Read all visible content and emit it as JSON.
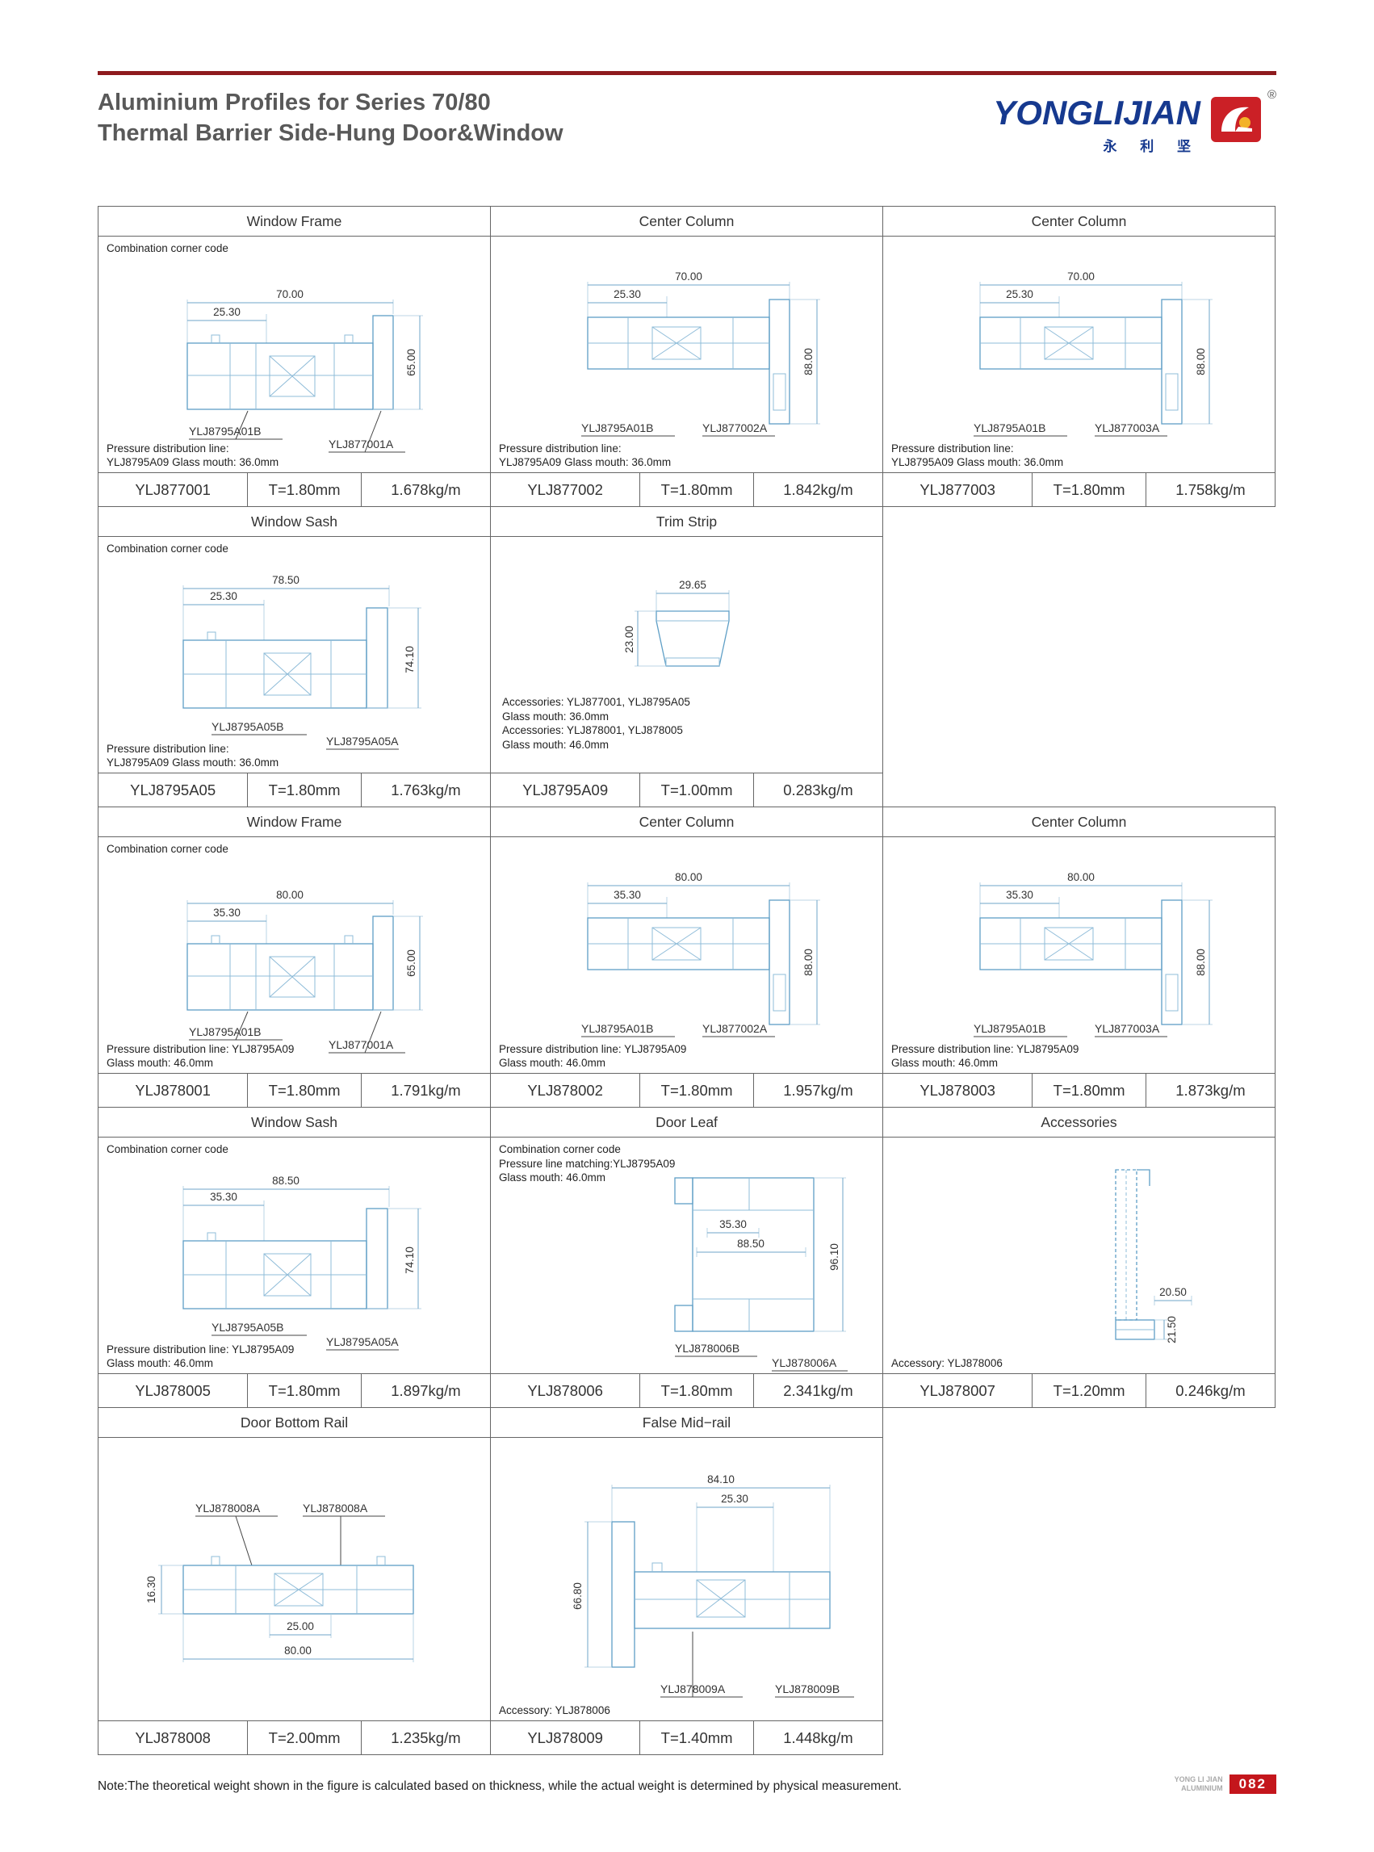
{
  "header": {
    "title_line1": "Aluminium Profiles for Series 70/80",
    "title_line2": "Thermal Barrier Side-Hung Door&Window",
    "brand": "YONGLIJIAN",
    "brand_cn": "永 利 坚",
    "reg_mark": "®"
  },
  "colors": {
    "accent_red": "#8e1b1e",
    "brand_blue": "#16398f",
    "drawing_blue": "#6fa5c8",
    "badge_red": "#c4161c"
  },
  "note": "Note:The theoretical weight shown in the figure is calculated based on thickness, while the actual weight is determined by physical measurement.",
  "page_footer": {
    "brand_line1": "YONG LI JIAN",
    "brand_line2": "ALUMINIUM",
    "page_number": "082"
  },
  "cells": {
    "c877001": {
      "title": "Window Frame",
      "corner_code": "Combination corner code",
      "dim_w": "70.00",
      "dim_inner": "25.30",
      "dim_h": "65.00",
      "part_a": "YLJ8795A01B",
      "part_b": "YLJ877001A",
      "pressure1": "Pressure distribution line:",
      "pressure2": "YLJ8795A09 Glass mouth: 36.0mm",
      "code": "YLJ877001",
      "thickness": "T=1.80mm",
      "weight": "1.678kg/m"
    },
    "c877002": {
      "title": "Center Column",
      "dim_w": "70.00",
      "dim_inner": "25.30",
      "dim_h": "88.00",
      "part_a": "YLJ8795A01B",
      "part_b": "YLJ877002A",
      "pressure1": "Pressure distribution line:",
      "pressure2": "YLJ8795A09 Glass mouth: 36.0mm",
      "code": "YLJ877002",
      "thickness": "T=1.80mm",
      "weight": "1.842kg/m"
    },
    "c877003": {
      "title": "Center Column",
      "dim_w": "70.00",
      "dim_inner": "25.30",
      "dim_h": "88.00",
      "part_a": "YLJ8795A01B",
      "part_b": "YLJ877003A",
      "pressure1": "Pressure distribution line:",
      "pressure2": "YLJ8795A09 Glass mouth: 36.0mm",
      "code": "YLJ877003",
      "thickness": "T=1.80mm",
      "weight": "1.758kg/m"
    },
    "c8795A05": {
      "title": "Window Sash",
      "corner_code": "Combination corner code",
      "dim_w": "78.50",
      "dim_inner": "25.30",
      "dim_h": "74.10",
      "part_a": "YLJ8795A05B",
      "part_b": "YLJ8795A05A",
      "pressure1": "Pressure distribution line:",
      "pressure2": "YLJ8795A09 Glass mouth: 36.0mm",
      "code": "YLJ8795A05",
      "thickness": "T=1.80mm",
      "weight": "1.763kg/m"
    },
    "c8795A09": {
      "title": "Trim Strip",
      "dim_w": "29.65",
      "dim_h": "23.00",
      "acc1": "Accessories: YLJ877001, YLJ8795A05",
      "acc2": "Glass mouth: 36.0mm",
      "acc3": "Accessories: YLJ878001, YLJ878005",
      "acc4": "Glass mouth: 46.0mm",
      "code": "YLJ8795A09",
      "thickness": "T=1.00mm",
      "weight": "0.283kg/m"
    },
    "c878001": {
      "title": "Window Frame",
      "corner_code": "Combination corner code",
      "dim_w": "80.00",
      "dim_inner": "35.30",
      "dim_h": "65.00",
      "part_a": "YLJ8795A01B",
      "part_b": "YLJ877001A",
      "pressure1": "Pressure distribution line: YLJ8795A09",
      "pressure2": "Glass mouth: 46.0mm",
      "code": "YLJ878001",
      "thickness": "T=1.80mm",
      "weight": "1.791kg/m"
    },
    "c878002": {
      "title": "Center Column",
      "dim_w": "80.00",
      "dim_inner": "35.30",
      "dim_h": "88.00",
      "part_a": "YLJ8795A01B",
      "part_b": "YLJ877002A",
      "pressure1": "Pressure distribution line: YLJ8795A09",
      "pressure2": "Glass mouth: 46.0mm",
      "code": "YLJ878002",
      "thickness": "T=1.80mm",
      "weight": "1.957kg/m"
    },
    "c878003": {
      "title": "Center Column",
      "dim_w": "80.00",
      "dim_inner": "35.30",
      "dim_h": "88.00",
      "part_a": "YLJ8795A01B",
      "part_b": "YLJ877003A",
      "pressure1": "Pressure distribution line: YLJ8795A09",
      "pressure2": "Glass mouth: 46.0mm",
      "code": "YLJ878003",
      "thickness": "T=1.80mm",
      "weight": "1.873kg/m"
    },
    "c878005": {
      "title": "Window Sash",
      "corner_code": "Combination corner code",
      "dim_w": "88.50",
      "dim_inner": "35.30",
      "dim_h": "74.10",
      "part_a": "YLJ8795A05B",
      "part_b": "YLJ8795A05A",
      "pressure1": "Pressure distribution line: YLJ8795A09",
      "pressure2": "Glass mouth: 46.0mm",
      "code": "YLJ878005",
      "thickness": "T=1.80mm",
      "weight": "1.897kg/m"
    },
    "c878006": {
      "title": "Door Leaf",
      "corner_code": "Combination corner code",
      "match1": "Pressure line matching:YLJ8795A09",
      "match2": "Glass mouth: 46.0mm",
      "dim_inner": "35.30",
      "dim_w": "88.50",
      "dim_h": "96.10",
      "part_a": "YLJ878006B",
      "part_b": "YLJ878006A",
      "code": "YLJ878006",
      "thickness": "T=1.80mm",
      "weight": "2.341kg/m"
    },
    "c878007": {
      "title": "Accessories",
      "dim_w": "20.50",
      "dim_h": "21.50",
      "accessory": "Accessory: YLJ878006",
      "code": "YLJ878007",
      "thickness": "T=1.20mm",
      "weight": "0.246kg/m"
    },
    "c878008": {
      "title": "Door Bottom Rail",
      "part_a": "YLJ878008A",
      "part_b": "YLJ878008A",
      "dim_h": "16.30",
      "dim_inner": "25.00",
      "dim_w": "80.00",
      "code": "YLJ878008",
      "thickness": "T=2.00mm",
      "weight": "1.235kg/m"
    },
    "c878009": {
      "title": "False Mid−rail",
      "dim_w": "84.10",
      "dim_inner": "25.30",
      "dim_h": "66.80",
      "part_a": "YLJ878009A",
      "part_b": "YLJ878009B",
      "accessory": "Accessory: YLJ878006",
      "code": "YLJ878009",
      "thickness": "T=1.40mm",
      "weight": "1.448kg/m"
    }
  }
}
